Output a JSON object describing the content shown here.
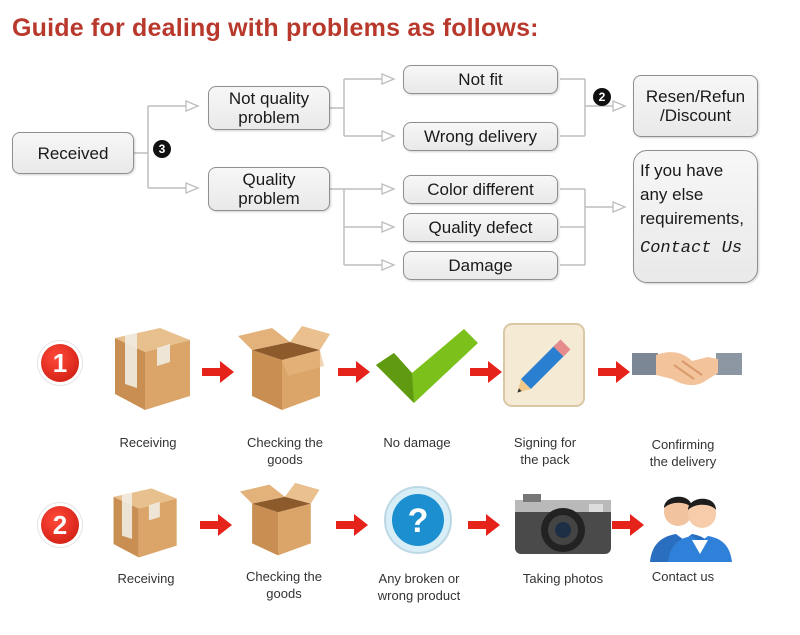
{
  "title": "Guide for dealing with problems as follows:",
  "flow": {
    "received": "Received",
    "not_quality": "Not quality\nproblem",
    "quality": "Quality\nproblem",
    "not_fit": "Not fit",
    "wrong_delivery": "Wrong delivery",
    "color_different": "Color different",
    "quality_defect": "Quality defect",
    "damage": "Damage",
    "resend": "Resen/Refun\n/Discount",
    "other": "If you have\nany else\nrequirements,",
    "contact": "Contact Us",
    "badge_2": "2",
    "badge_3": "3"
  },
  "process": {
    "row1": {
      "number": "1",
      "steps": [
        "Receiving",
        "Checking the\ngoods",
        "No damage",
        "Signing for\nthe pack",
        "Confirming\nthe delivery"
      ]
    },
    "row2": {
      "number": "2",
      "steps": [
        "Receiving",
        "Checking the\ngoods",
        "Any broken or\nwrong product",
        "Taking photos",
        "Contact us"
      ]
    }
  },
  "colors": {
    "title": "#b8392c",
    "accent_red": "#e5231b",
    "check_green": "#7cc11b",
    "question_blue": "#1b8fd0"
  },
  "icons": [
    "box-icon",
    "open-box-icon",
    "checkmark-icon",
    "pencil-icon",
    "handshake-icon",
    "question-icon",
    "camera-icon",
    "support-agents-icon"
  ]
}
